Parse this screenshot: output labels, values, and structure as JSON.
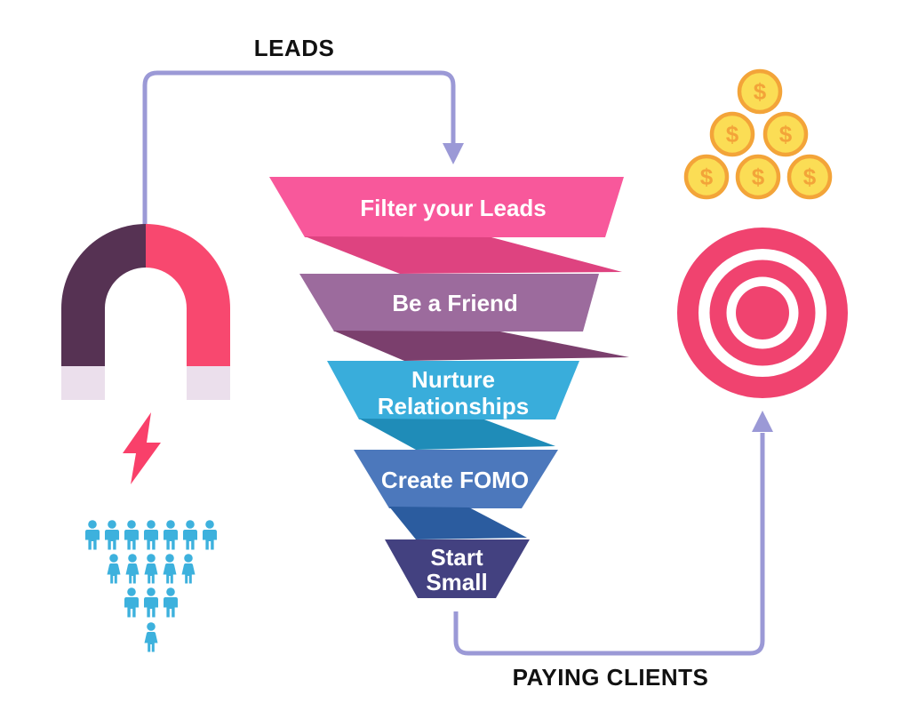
{
  "labels": {
    "leads": "LEADS",
    "paying_clients": "PAYING CLIENTS"
  },
  "funnel": {
    "text_color": "#FFFFFF",
    "stages": [
      {
        "label": "Filter your Leads",
        "color": "#F8589B",
        "fold_color": "#DE4380"
      },
      {
        "label": "Be a Friend",
        "color": "#9C6B9D",
        "fold_color": "#7B3F6D"
      },
      {
        "label": "Nurture Relationships",
        "color": "#39ADDB",
        "fold_color": "#1F8CB8"
      },
      {
        "label": "Create FOMO",
        "color": "#4C78BC",
        "fold_color": "#2B5C9F"
      },
      {
        "label": "Start Small",
        "color": "#434180"
      }
    ]
  },
  "icons": {
    "magnet": {
      "left_color": "#563253",
      "right_color": "#F8486F",
      "tip_color": "#EBDFEC"
    },
    "lightning": {
      "color": "#F9406A"
    },
    "audience": {
      "color": "#3DB1DD",
      "people_count": 16,
      "rows": [
        7,
        5,
        3,
        1
      ]
    },
    "coins": {
      "count": 6,
      "symbol": "$",
      "fill": "#FBDD55",
      "rim": "#F3A439"
    },
    "target": {
      "color": "#F0436F"
    }
  },
  "arrows": {
    "color": "#9B99D6"
  }
}
